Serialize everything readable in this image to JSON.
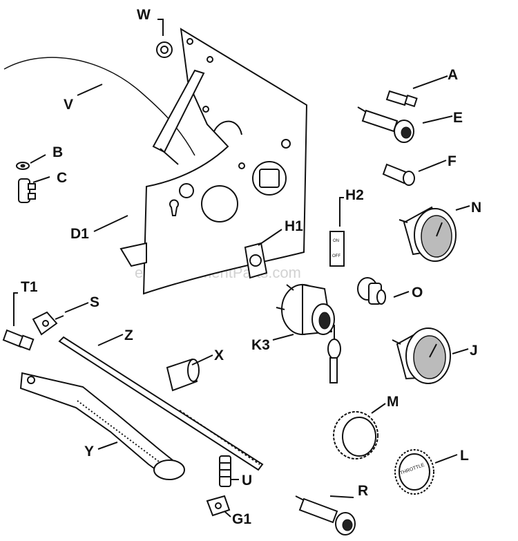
{
  "watermark": "eReplacementParts.com",
  "labels": {
    "W": "W",
    "V": "V",
    "A": "A",
    "E": "E",
    "B": "B",
    "C": "C",
    "F": "F",
    "H2": "H2",
    "N": "N",
    "D1": "D1",
    "H1": "H1",
    "O": "O",
    "T1": "T1",
    "S": "S",
    "Z": "Z",
    "K3": "K3",
    "J": "J",
    "X": "X",
    "M": "M",
    "Y": "Y",
    "L": "L",
    "U": "U",
    "R": "R",
    "G1": "G1"
  },
  "knob_text": "THROTTLE",
  "switch_plate_text": [
    "ON",
    "OFF"
  ]
}
